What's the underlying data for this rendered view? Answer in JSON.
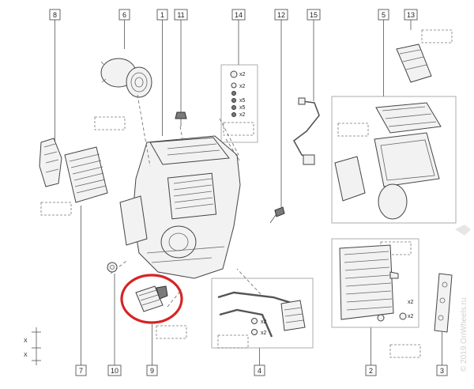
{
  "callouts": {
    "c1": "1",
    "c2": "2",
    "c3": "3",
    "c4": "4",
    "c5": "5",
    "c6": "6",
    "c7": "7",
    "c8": "8",
    "c9": "9",
    "c10": "10",
    "c11": "11",
    "c12": "12",
    "c13": "13",
    "c14": "14",
    "c15": "15"
  },
  "hardware": {
    "q1": "x2",
    "q2": "x2",
    "q3": "x5",
    "q4": "x5",
    "q5": "x2"
  },
  "quantities": {
    "q_evap_1": "x2",
    "q_evap_2": "x2",
    "q_pipe_1": "x2",
    "q_pipe_2": "x2"
  },
  "dimension": {
    "label": "X"
  },
  "watermark": {
    "text": "© 2019 OnWheels.ru"
  },
  "highlight": {
    "color": "#d62424",
    "target": "9"
  }
}
